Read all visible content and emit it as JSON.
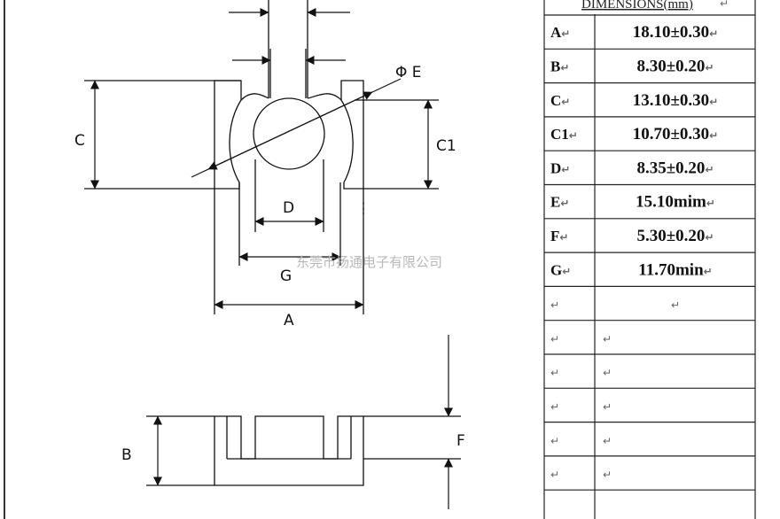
{
  "diagram": {
    "labels": {
      "a": "A",
      "b": "B",
      "c": "C",
      "c1": "C1",
      "d": "D",
      "e": "Φ E",
      "f": "F",
      "g": "G"
    },
    "watermark": "东莞市扬通电子有限公司"
  },
  "table": {
    "header": "DIMENSIONS(mm)",
    "return_mark": "↵",
    "rows": [
      {
        "key": "A",
        "value": "18.10±0.30"
      },
      {
        "key": "B",
        "value": "8.30±0.20"
      },
      {
        "key": "C",
        "value": "13.10±0.30"
      },
      {
        "key": "C1",
        "value": "10.70±0.30"
      },
      {
        "key": "D",
        "value": "8.35±0.20"
      },
      {
        "key": "E",
        "value": "15.10mim"
      },
      {
        "key": "F",
        "value": "5.30±0.20"
      },
      {
        "key": "G",
        "value": "11.70min"
      },
      {
        "key": "",
        "value": ""
      },
      {
        "key": "",
        "value": ""
      },
      {
        "key": "",
        "value": ""
      },
      {
        "key": "",
        "value": ""
      },
      {
        "key": "",
        "value": ""
      },
      {
        "key": "",
        "value": ""
      }
    ]
  }
}
